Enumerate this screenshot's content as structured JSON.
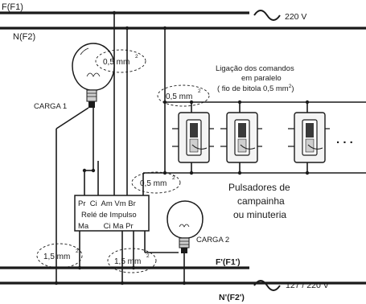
{
  "lines": {
    "f1": "F(F1)",
    "n2": "N(F2)",
    "voltage_in": "220 V",
    "f1_out": "F'(F1')",
    "n2_out": "N'(F2')",
    "voltage_out": "127 / 220 V"
  },
  "wire_labels": {
    "top_gauge": "0,5 mm",
    "top_gauge_sup": "2",
    "mid_gauge": "0,5 mm",
    "mid_gauge_sup": "2",
    "relay_gauge": "0,5 mm",
    "relay_gauge_sup": "2",
    "left_gauge": "1,5 mm",
    "left_gauge_sup": "2",
    "bottom_gauge": "1,5 mm",
    "bottom_gauge_sup": "2"
  },
  "loads": {
    "load1": "CARGA 1",
    "load2": "CARGA 2"
  },
  "relay": {
    "top_terminals": "Pr  Ci  Am Vm Br",
    "name": "Relé de Impulso",
    "bottom_terminals": "Ma       Ci Ma Pr"
  },
  "note": {
    "line1": "Ligação dos comandos",
    "line2": "em paralelo",
    "line3": "( fio de bitola  0,5 mm",
    "line3_sup": "2",
    "line3_end": ")"
  },
  "pushbuttons_caption": {
    "line1": "Pulsadores de",
    "line2": "campainha",
    "line3": "ou minuteria"
  },
  "continuation": ". . ."
}
